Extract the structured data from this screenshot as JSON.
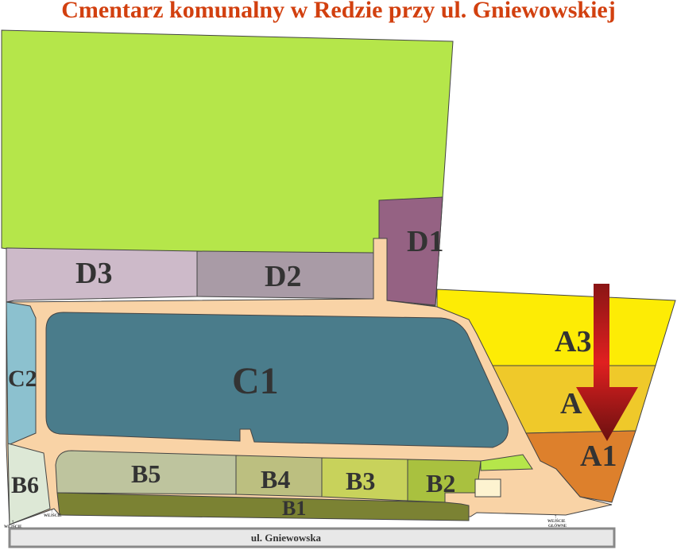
{
  "title": "Cmentarz komunalny w Redzie przy ul. Gniewowskiej",
  "sections": {
    "D1": "D1",
    "D2": "D2",
    "D3": "D3",
    "C1": "C1",
    "C2": "C2",
    "B1": "B1",
    "B2": "B2",
    "B3": "B3",
    "B4": "B4",
    "B5": "B5",
    "B6": "B6",
    "A1": "A1",
    "A2": "A",
    "A3": "A3"
  },
  "entrances": {
    "left": "WEJŚCIE",
    "middle": "WEJŚCIE",
    "main_line1": "WEJŚCIE",
    "main_line2": "GŁÓWNE"
  },
  "street": "ul. Gniewowska",
  "colors": {
    "field": "#b5e64a",
    "path": "#f9d3a6",
    "C1": "#4a7c8b",
    "C2": "#8cc1cf",
    "D1": "#956283",
    "D2": "#a99ba6",
    "D3": "#cdbac9",
    "B1": "#7b8233",
    "B2": "#a9c13f",
    "B3": "#c8d25b",
    "B4": "#bcbf80",
    "B5": "#bec49e",
    "B6": "#dde8d6",
    "A1": "#dd802c",
    "A2": "#efc92a",
    "A3": "#fdec05",
    "arrow": "#b0141a"
  }
}
